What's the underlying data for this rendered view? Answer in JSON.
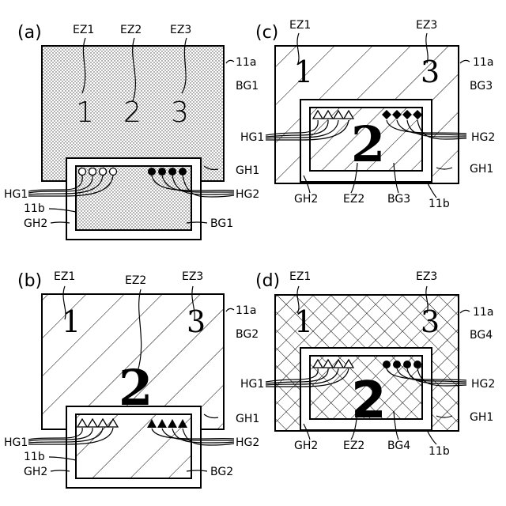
{
  "panels": {
    "a": {
      "label": "(a)",
      "zones": [
        "EZ1",
        "EZ2",
        "EZ3"
      ],
      "digits": [
        "1",
        "2",
        "3"
      ],
      "refs": {
        "display": "11a",
        "bg_top": "BG1",
        "frame": "GH1",
        "conn_left": "HG1",
        "conn_right": "HG2",
        "board": "11b",
        "holder": "GH2",
        "bg_bottom": "BG1"
      }
    },
    "b": {
      "label": "(b)",
      "zones": [
        "EZ1",
        "EZ2",
        "EZ3"
      ],
      "digits": [
        "1",
        "2",
        "3"
      ],
      "refs": {
        "display": "11a",
        "bg_top": "BG2",
        "frame": "GH1",
        "conn_left": "HG1",
        "conn_right": "HG2",
        "board": "11b",
        "holder": "GH2",
        "bg_bottom": "BG2"
      }
    },
    "c": {
      "label": "(c)",
      "zones": [
        "EZ1",
        "EZ3"
      ],
      "digits": [
        "1",
        "2",
        "3"
      ],
      "refs": {
        "display": "11a",
        "bg_top": "BG3",
        "frame": "GH1",
        "conn_left": "HG1",
        "conn_right": "HG2",
        "holder": "GH2",
        "zone_bottom": "EZ2",
        "bg_bottom": "BG3",
        "board": "11b"
      }
    },
    "d": {
      "label": "(d)",
      "zones": [
        "EZ1",
        "EZ3"
      ],
      "digits": [
        "1",
        "2",
        "3"
      ],
      "refs": {
        "display": "11a",
        "bg_top": "BG4",
        "conn_left": "HG1",
        "conn_right": "HG2",
        "frame": "GH1",
        "holder": "GH2",
        "zone_bottom": "EZ2",
        "bg_bottom": "BG4",
        "board": "11b"
      }
    }
  }
}
